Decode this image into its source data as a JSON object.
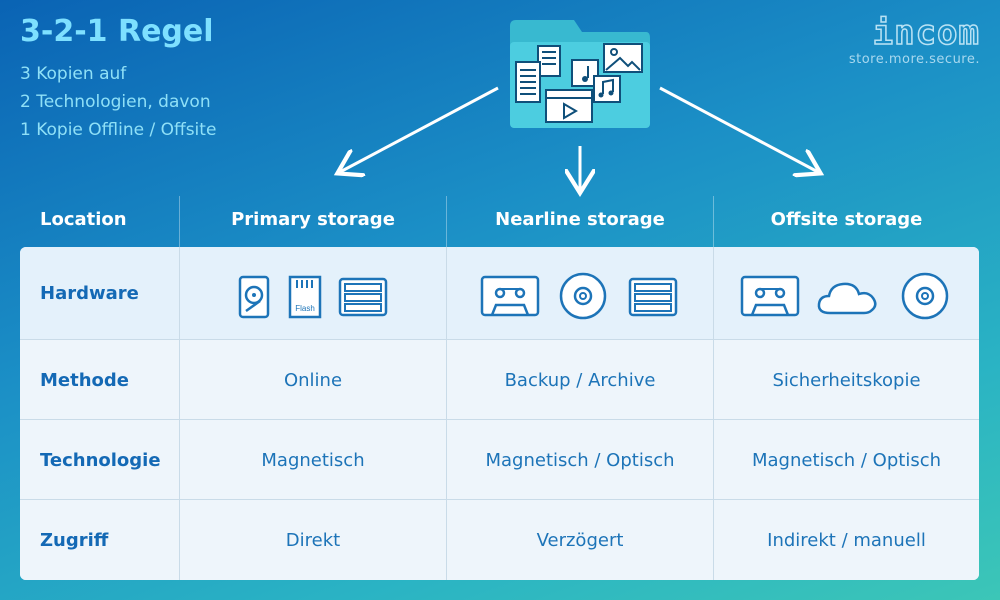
{
  "title": "3-2-1 Regel",
  "subtitle_lines": [
    "3 Kopien auf",
    "2 Technologien, davon",
    "1 Kopie Offline / Offsite"
  ],
  "logo": {
    "wordmark": "incom",
    "tagline": "store.more.secure."
  },
  "columns": [
    "Location",
    "Primary storage",
    "Nearline storage",
    "Offsite storage"
  ],
  "rows": [
    {
      "label": "Hardware",
      "icons": [
        [
          "hard-disk-icon",
          "flash-card-icon",
          "server-rack-icon"
        ],
        [
          "tape-cassette-icon",
          "optical-disc-icon",
          "server-rack-icon"
        ],
        [
          "tape-cassette-icon",
          "cloud-icon",
          "optical-disc-icon"
        ]
      ]
    },
    {
      "label": "Methode",
      "values": [
        "Online",
        "Backup / Archive",
        "Sicherheitskopie"
      ]
    },
    {
      "label": "Technologie",
      "values": [
        "Magnetisch",
        "Magnetisch / Optisch",
        "Magnetisch / Optisch"
      ]
    },
    {
      "label": "Zugriff",
      "values": [
        "Direkt",
        "Verzögert",
        "Indirekt / manuell"
      ]
    }
  ],
  "flash_label": "Flash",
  "colors": {
    "accent": "#1d74b8",
    "title": "#7ee0ff",
    "folder": "#40c4d8"
  }
}
